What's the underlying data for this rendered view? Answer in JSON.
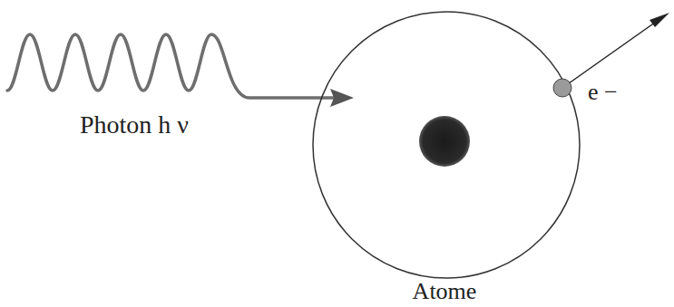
{
  "diagram": {
    "labels": [
      "Photon h ν",
      "Atome",
      "e −"
    ]
  }
}
